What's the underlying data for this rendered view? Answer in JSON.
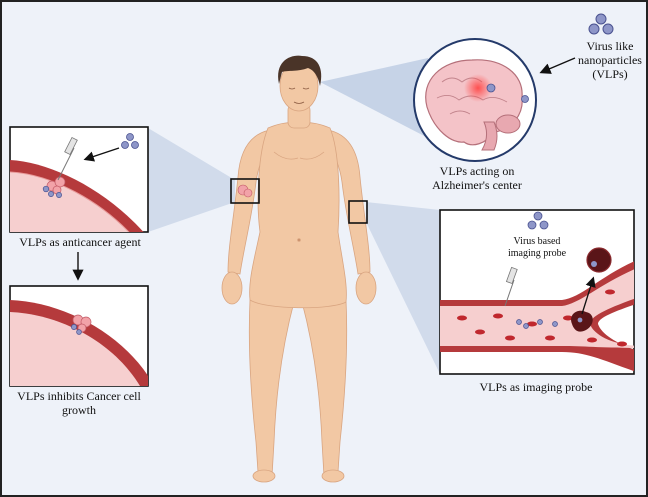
{
  "labels": {
    "vlp_legend": "Virus like nanoparticles (VLPs)",
    "brain": "VLPs acting on Alzheimer's center",
    "anticancer": "VLPs as anticancer agent",
    "inhibits": "VLPs inhibits Cancer cell growth",
    "imaging_probe_label": "Virus based imaging probe",
    "imaging": "VLPs as imaging probe"
  },
  "colors": {
    "background": "#eef2f9",
    "skin": "#f2c8a4",
    "hair": "#4a3428",
    "vessel_wall": "#b53a3c",
    "blood_cell": "#c0272d",
    "vlp": "#8e96c8",
    "cancer_cell": "#f2a2a8",
    "cone": "#b8c8e0"
  },
  "icons": [
    "brain-icon",
    "syringe-icon",
    "vlp-cluster-icon",
    "blood-vessel-icon",
    "tumor-icon",
    "arrow-icon"
  ]
}
